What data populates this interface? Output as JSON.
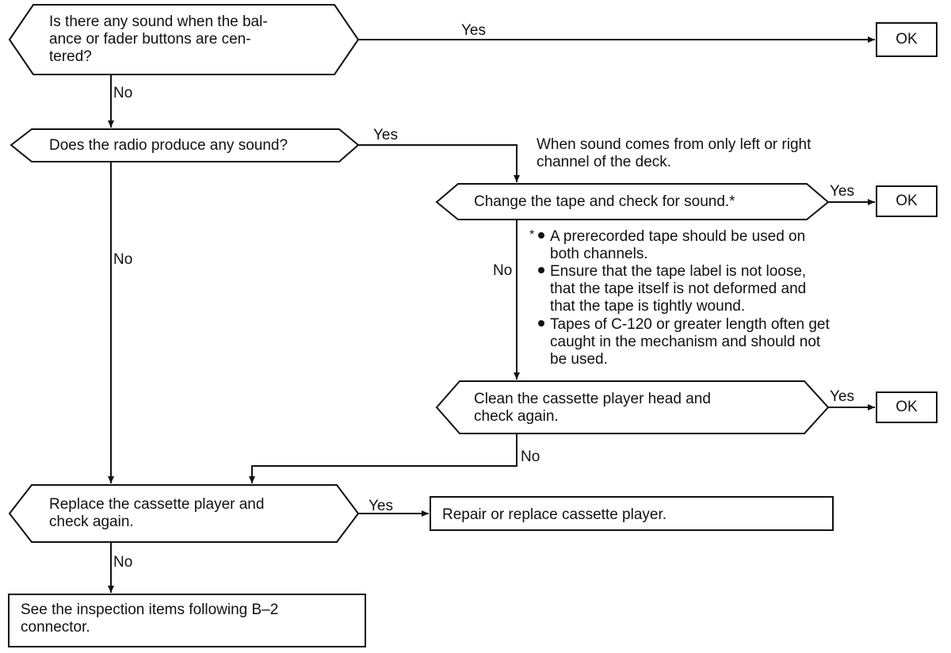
{
  "decisions": {
    "d1": "Is there any sound when the bal-\nance or fader buttons are cen-\ntered?",
    "d2": "Does the radio produce any sound?",
    "d3": "Change the tape and check for sound.*",
    "d4": "Clean the cassette player head and\ncheck again.",
    "d5": "Replace the cassette player and\ncheck again."
  },
  "outcomes": {
    "ok": "OK",
    "repair": "Repair or replace cassette player.",
    "inspect": "See the inspection items following B–2\nconnector."
  },
  "labels": {
    "yes": "Yes",
    "no": "No"
  },
  "notes": {
    "lr_channel": "When sound comes from only left or right\nchannel of the deck.",
    "asterisk": "*",
    "items": [
      "A prerecorded tape should be used on\nboth channels.",
      "Ensure that the tape label is not loose,\nthat the tape itself is not deformed and\nthat the tape is tightly wound.",
      "Tapes of C-120 or greater length often get\ncaught in the mechanism and should not\nbe used."
    ]
  }
}
